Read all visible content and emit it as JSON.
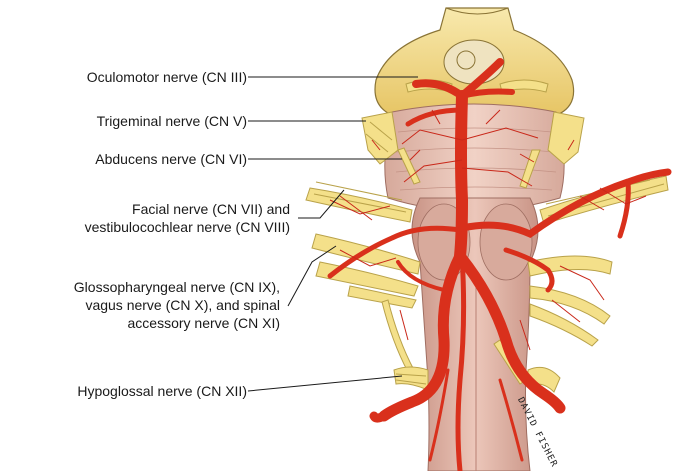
{
  "labels": {
    "oculomotor": "Oculomotor nerve (CN III)",
    "trigeminal": "Trigeminal nerve (CN V)",
    "abducens": "Abducens nerve (CN VI)",
    "facial_line1": "Facial nerve (CN VII) and",
    "facial_line2": "vestibulocochlear nerve (CN VIII)",
    "glosso_line1": "Glossopharyngeal nerve (CN IX),",
    "glosso_line2": "vagus nerve (CN X), and spinal",
    "glosso_line3": "accessory nerve (CN XI)",
    "hypoglossal": "Hypoglossal nerve (CN XII)"
  },
  "signature": "DAVID FISHER",
  "colors": {
    "artery": "#d9301c",
    "artery_dark": "#a81f10",
    "nerve": "#f4e08a",
    "nerve_edge": "#b9a24a",
    "brainstem": "#e4b9ab",
    "brainstem_shade": "#c99486",
    "cerebellum_cap": "#f3dd8e"
  }
}
